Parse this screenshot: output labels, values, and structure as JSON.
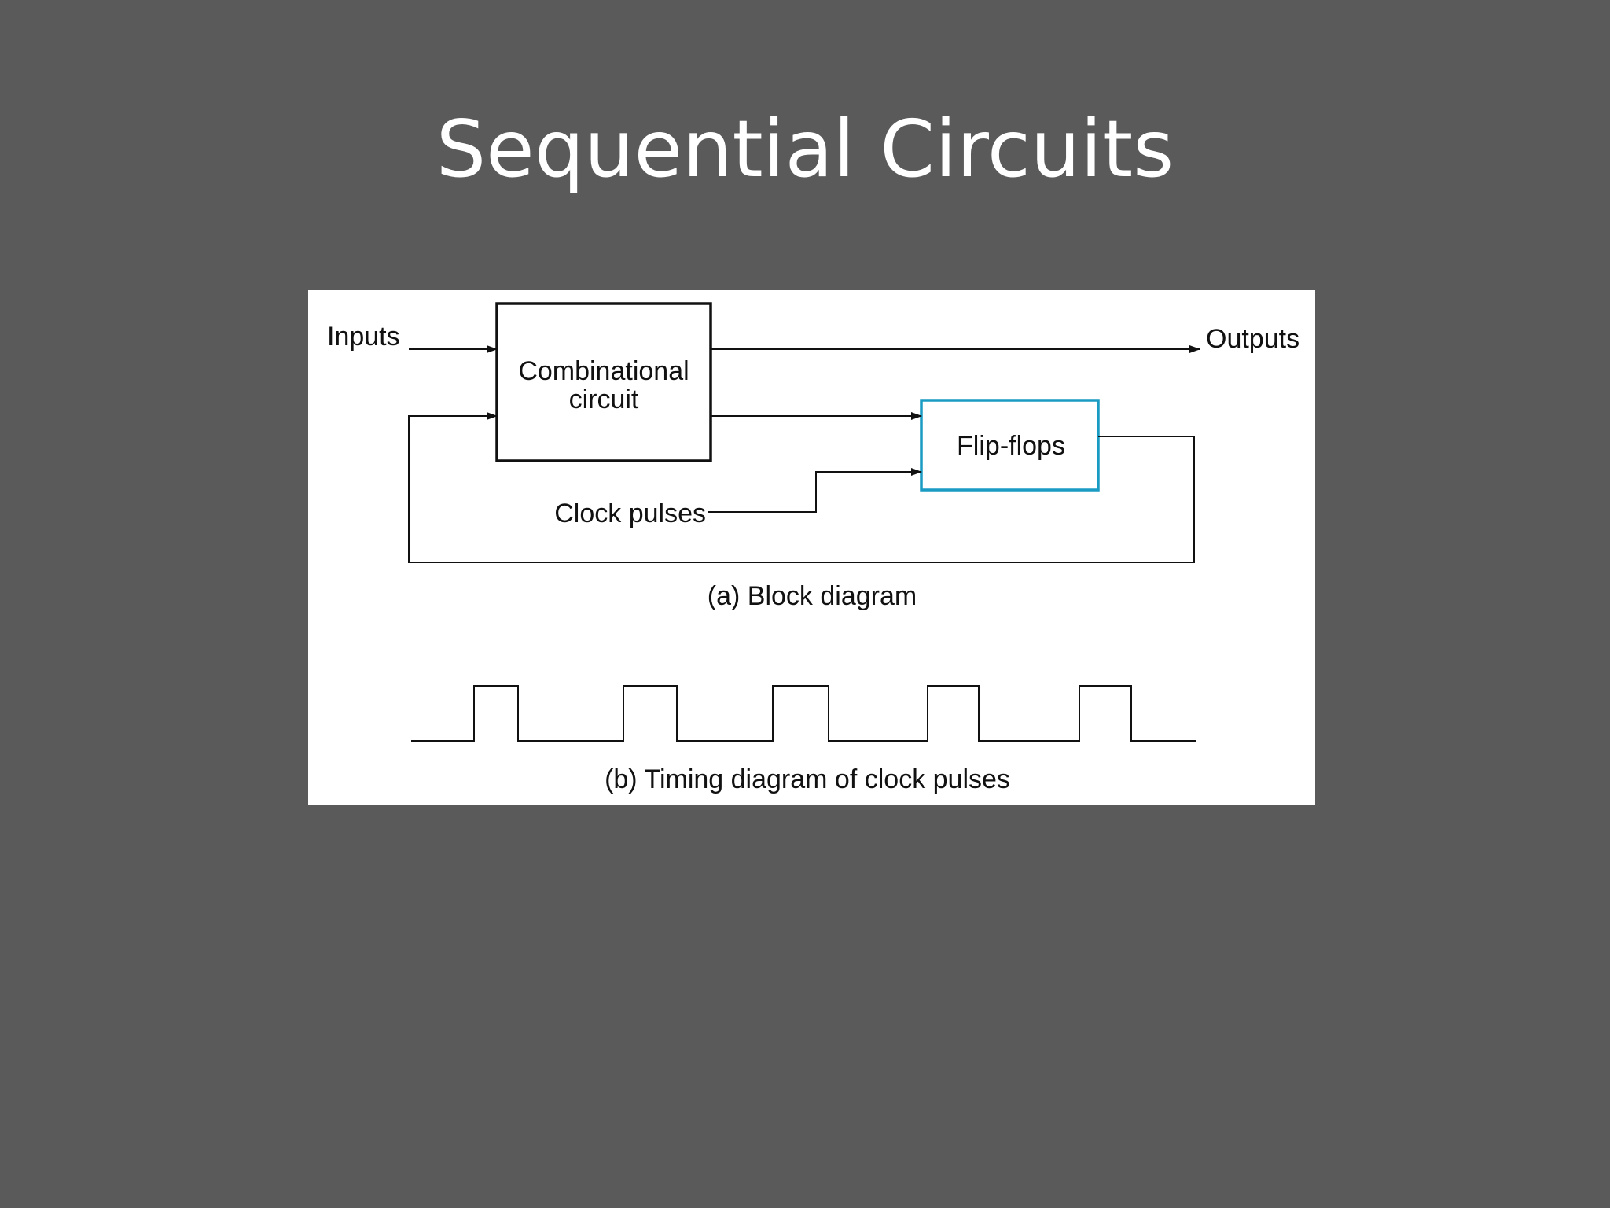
{
  "slide": {
    "title": "Sequential Circuits"
  },
  "block_diagram": {
    "inputs_label": "Inputs",
    "outputs_label": "Outputs",
    "combinational_line1": "Combinational",
    "combinational_line2": "circuit",
    "flipflops_label": "Flip-flops",
    "clock_label": "Clock pulses",
    "caption": "(a) Block diagram"
  },
  "timing_diagram": {
    "caption": "(b) Timing diagram of clock pulses",
    "pulse_count": 5
  },
  "colors": {
    "background": "#5a5a5a",
    "title": "#ffffff",
    "panel": "#ffffff",
    "line": "#111111",
    "flipflop_border": "#1a9bc4"
  }
}
